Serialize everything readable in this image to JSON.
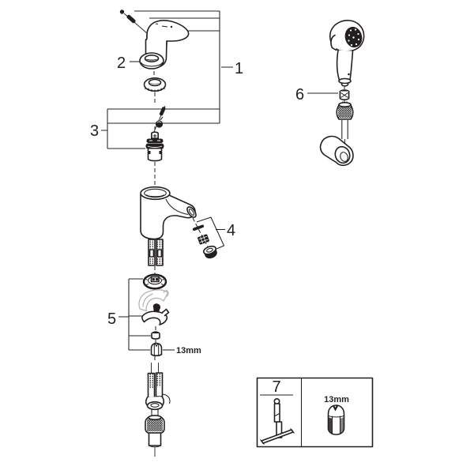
{
  "diagram": {
    "colors": {
      "background": "#ffffff",
      "line": "#231f20",
      "phantom": "#b4b4b4"
    },
    "callouts": {
      "part1": "1",
      "part2": "2",
      "part3": "3",
      "part4": "4",
      "part5": "5",
      "part6": "6",
      "part7": "7"
    },
    "annotations": {
      "drain_nut_size": "13mm",
      "box_nut_size": "13mm"
    }
  }
}
